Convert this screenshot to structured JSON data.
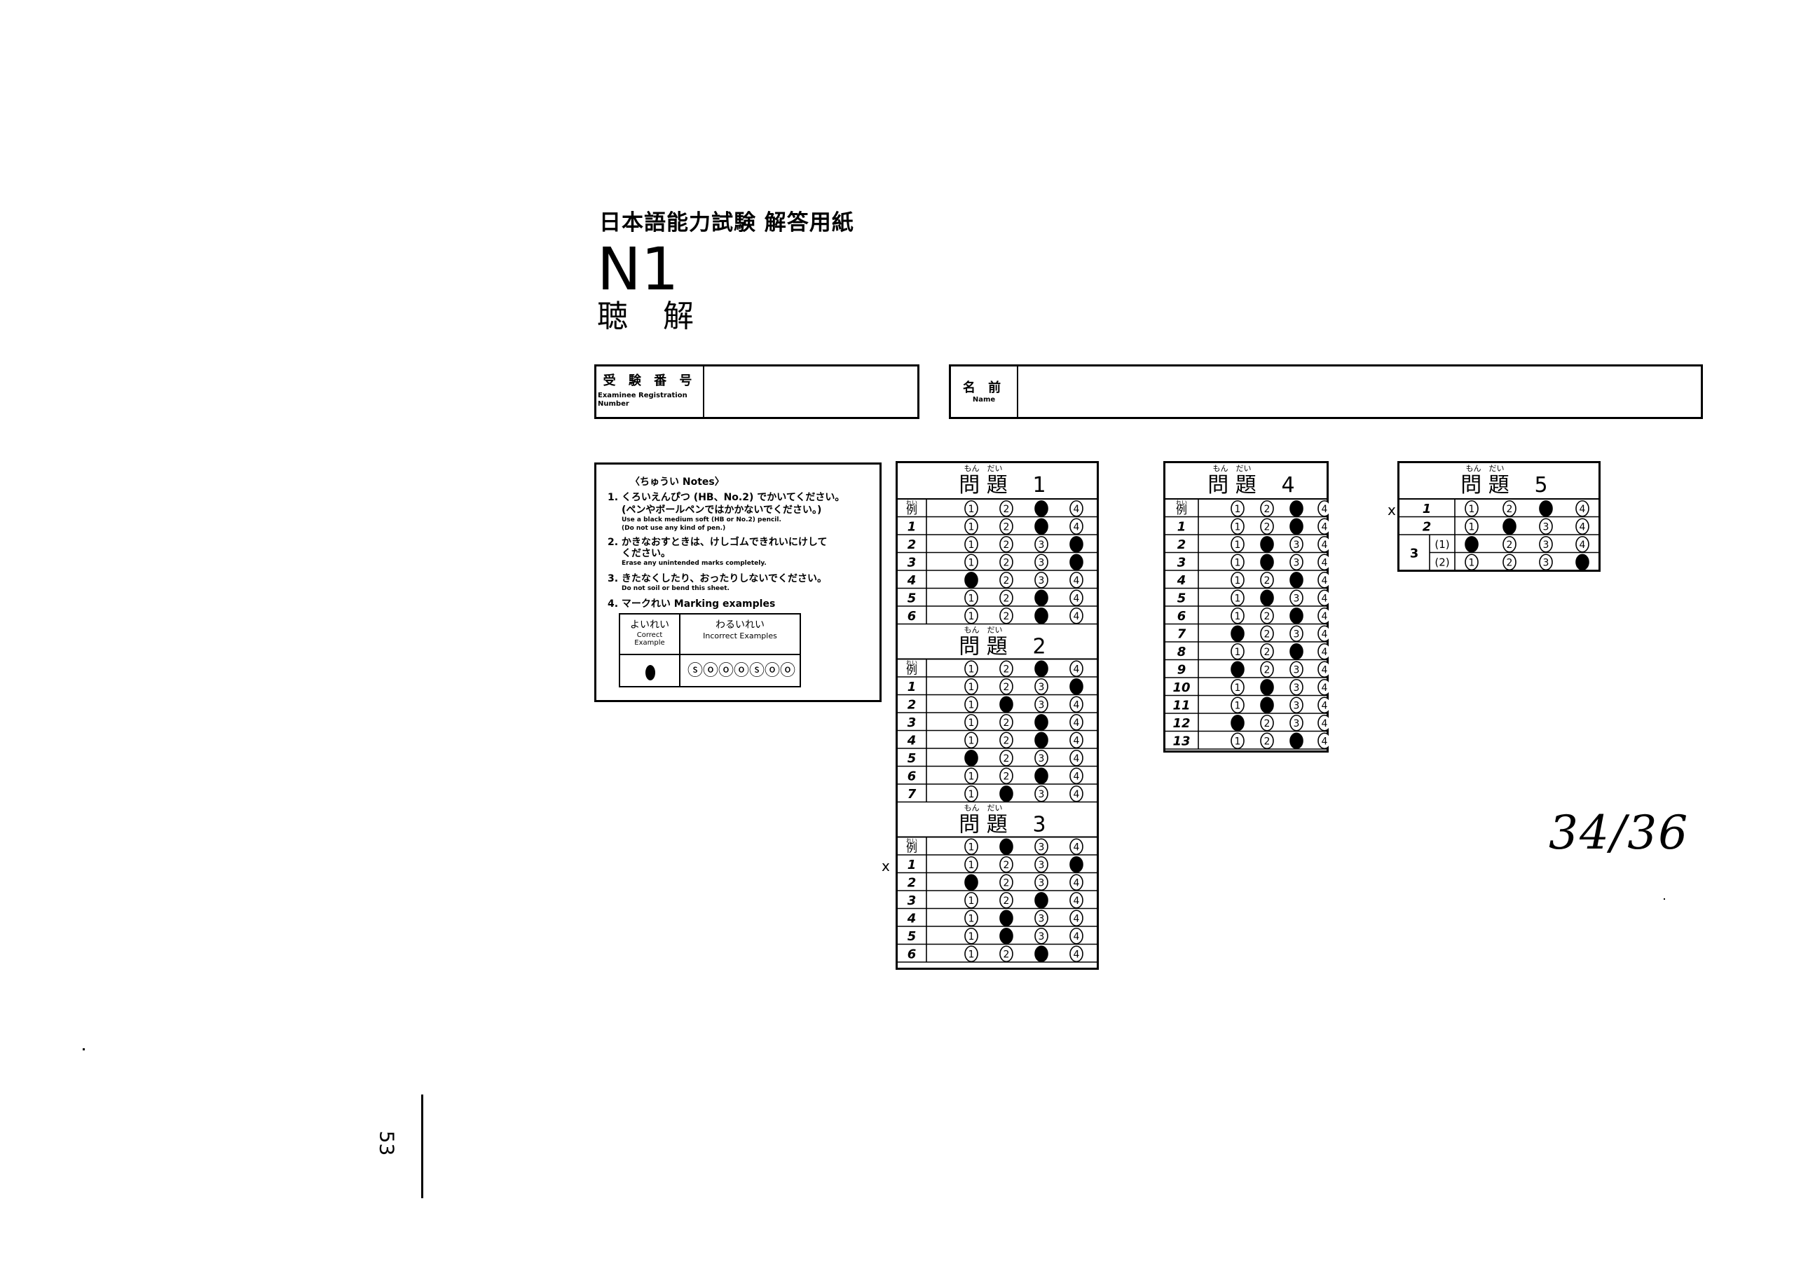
{
  "header": {
    "title": "日本語能力試験 解答用紙",
    "level": "N1",
    "section": "聴 解"
  },
  "registration_box": {
    "label_jp": "受 験 番 号",
    "label_en_1": "Examinee Registration",
    "label_en_2": "Number"
  },
  "name_box": {
    "label_jp": "名 前",
    "label_en": "Name"
  },
  "notes": {
    "heading": "〈ちゅうい Notes〉",
    "lines": [
      "1. くろいえんぴつ (HB、No.2) でかいてください。",
      "(ペンやボールペンではかかないでください。)",
      "Use a black medium soft (HB or No.2) pencil.",
      "(Do not use any kind of pen.)",
      "2. かきなおすときは、けしゴムできれいにけして",
      "ください。",
      "Erase any unintended marks completely.",
      "3. きたなくしたり、おったりしないでください。",
      "Do not soil or bend this sheet.",
      "4. マークれい Marking examples"
    ],
    "good_label": "よいれい",
    "good_en_1": "Correct",
    "good_en_2": "Example",
    "bad_label": "わるいれい",
    "bad_en": "Incorrect Examples"
  },
  "mondai_ruby": "もん　だい",
  "mondai_word": "問 題",
  "reidai_ruby": "れい",
  "reidai_label": "例",
  "options": [
    "1",
    "2",
    "3",
    "4"
  ],
  "sections": [
    {
      "title_num": "1",
      "rows": [
        {
          "label": "例",
          "fill": 3
        },
        {
          "label": "1",
          "fill": 3
        },
        {
          "label": "2",
          "fill": 4
        },
        {
          "label": "3",
          "fill": 4
        },
        {
          "label": "4",
          "fill": 1
        },
        {
          "label": "5",
          "fill": 3
        },
        {
          "label": "6",
          "fill": 3
        }
      ]
    },
    {
      "title_num": "2",
      "rows": [
        {
          "label": "例",
          "fill": 3
        },
        {
          "label": "1",
          "fill": 4
        },
        {
          "label": "2",
          "fill": 2
        },
        {
          "label": "3",
          "fill": 3
        },
        {
          "label": "4",
          "fill": 3
        },
        {
          "label": "5",
          "fill": 1
        },
        {
          "label": "6",
          "fill": 3
        },
        {
          "label": "7",
          "fill": 2
        }
      ]
    },
    {
      "title_num": "3",
      "rows": [
        {
          "label": "例",
          "fill": 2
        },
        {
          "label": "1",
          "fill": 4
        },
        {
          "label": "2",
          "fill": 1
        },
        {
          "label": "3",
          "fill": 3
        },
        {
          "label": "4",
          "fill": 2
        },
        {
          "label": "5",
          "fill": 2
        },
        {
          "label": "6",
          "fill": 3
        }
      ]
    },
    {
      "title_num": "4",
      "rows": [
        {
          "label": "例",
          "fill": 3
        },
        {
          "label": "1",
          "fill": 3
        },
        {
          "label": "2",
          "fill": 2
        },
        {
          "label": "3",
          "fill": 2
        },
        {
          "label": "4",
          "fill": 3
        },
        {
          "label": "5",
          "fill": 2
        },
        {
          "label": "6",
          "fill": 3
        },
        {
          "label": "7",
          "fill": 1
        },
        {
          "label": "8",
          "fill": 3
        },
        {
          "label": "9",
          "fill": 1
        },
        {
          "label": "10",
          "fill": 2
        },
        {
          "label": "11",
          "fill": 2
        },
        {
          "label": "12",
          "fill": 1
        },
        {
          "label": "13",
          "fill": 3
        }
      ]
    },
    {
      "title_num": "5",
      "rows": [
        {
          "label": "1",
          "fill": 3
        },
        {
          "label": "2",
          "fill": 2
        },
        {
          "label": "(1)",
          "fill": 1
        },
        {
          "label": "(2)",
          "fill": 4
        }
      ],
      "row3_label": "3"
    }
  ],
  "incorrect_marks_text": "ⓢⓞⓞⓞⓢⓞⓞ",
  "wrong_marks": [
    "x",
    "x"
  ],
  "score": "34/36",
  "page_number": "53"
}
